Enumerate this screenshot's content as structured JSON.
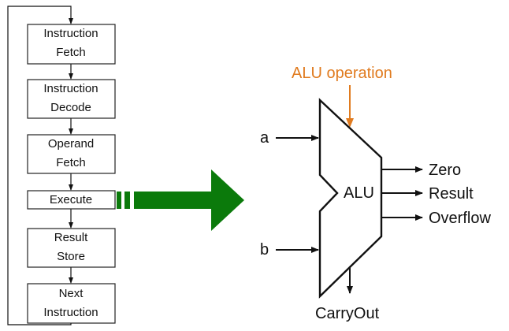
{
  "pipeline": {
    "stages": [
      {
        "line1": "Instruction",
        "line2": "Fetch"
      },
      {
        "line1": "Instruction",
        "line2": "Decode"
      },
      {
        "line1": "Operand",
        "line2": "Fetch"
      },
      {
        "line1": "Execute",
        "line2": ""
      },
      {
        "line1": "Result",
        "line2": "Store"
      },
      {
        "line1": "Next",
        "line2": "Instruction"
      }
    ]
  },
  "arrow_color": "#0B7A0B",
  "alu": {
    "label": "ALU",
    "operation_label": "ALU operation",
    "operation_color": "#E07B1F",
    "inputs": {
      "a": "a",
      "b": "b"
    },
    "outputs": {
      "zero": "Zero",
      "result": "Result",
      "overflow": "Overflow"
    },
    "carry_out": "CarryOut"
  }
}
